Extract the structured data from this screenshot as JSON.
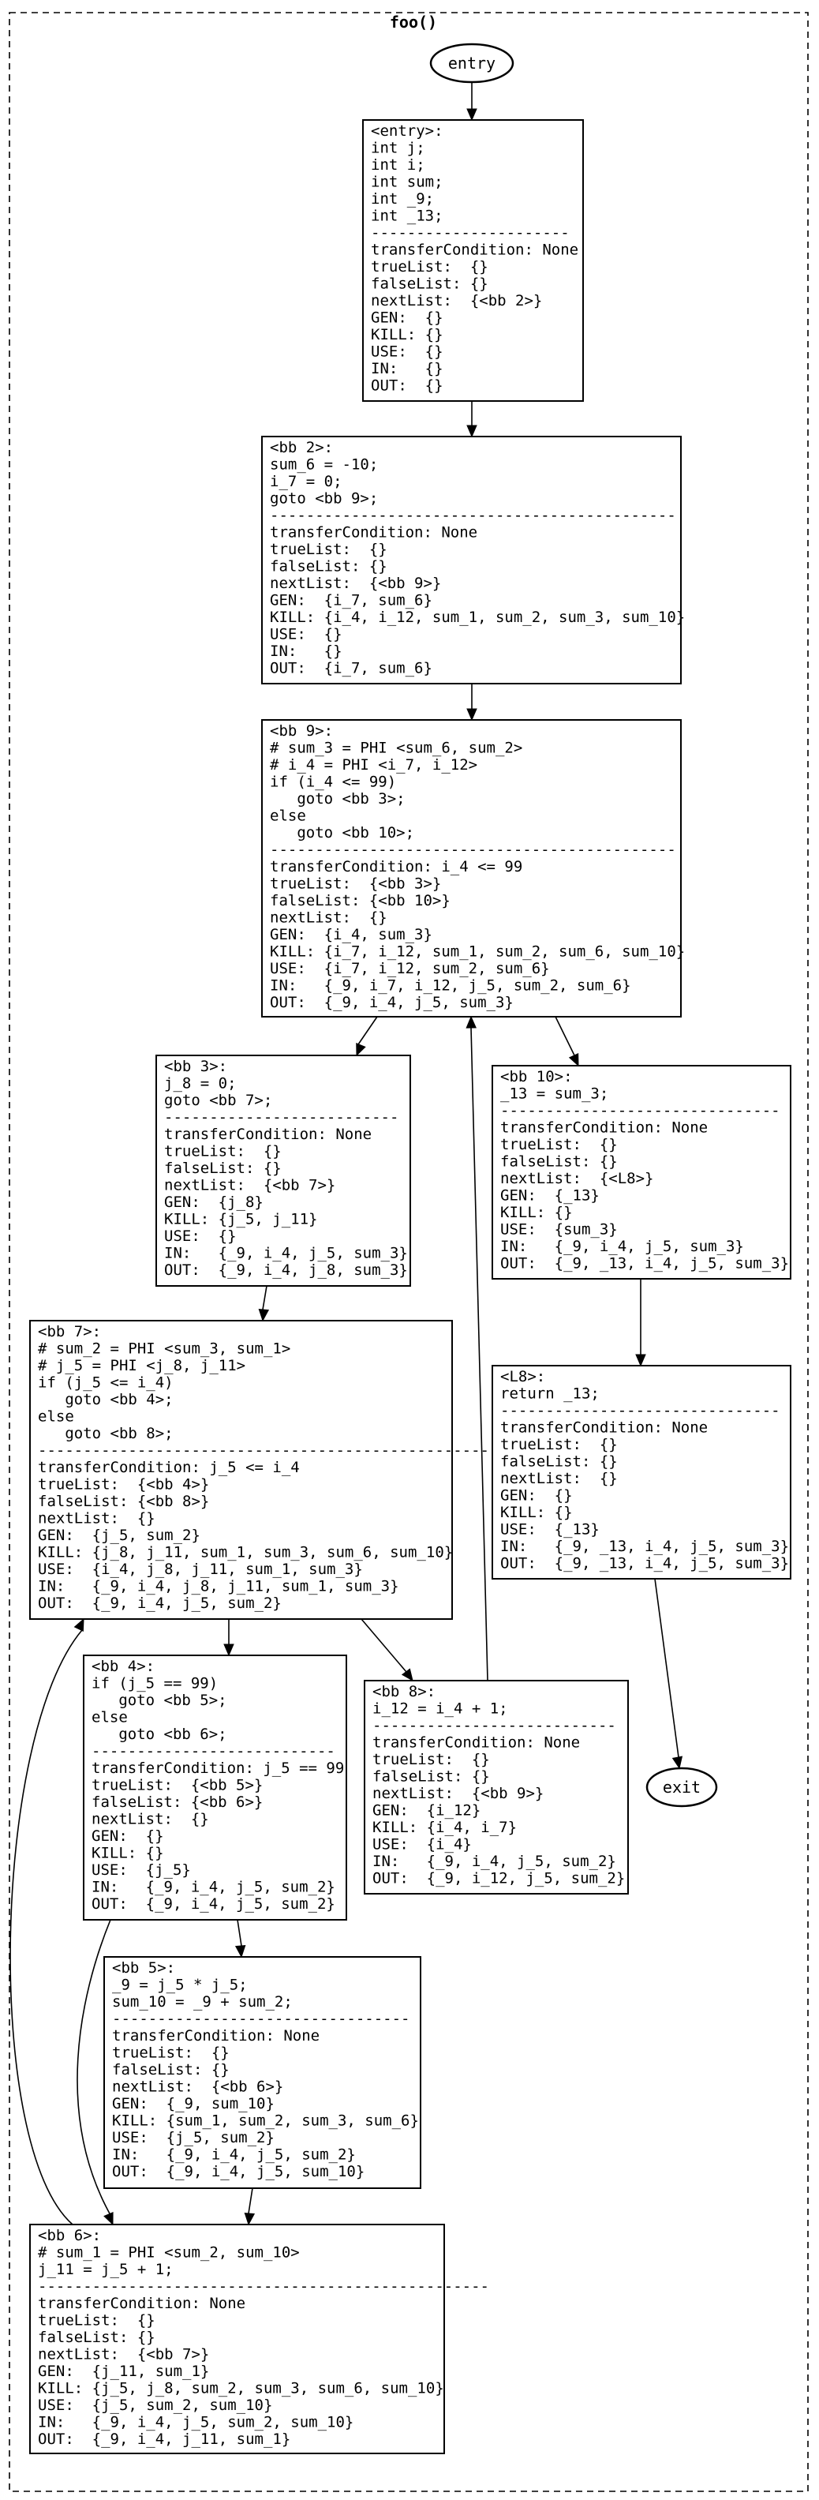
{
  "graph": {
    "title": "foo()"
  },
  "terminals": {
    "entry": "entry",
    "exit": "exit"
  },
  "blocks": {
    "entry": [
      "<entry>:",
      "int j;",
      "int i;",
      "int sum;",
      "int _9;",
      "int _13;",
      "----------------------",
      "transferCondition: None",
      "trueList:  {}",
      "falseList: {}",
      "nextList:  {<bb 2>}",
      "GEN:  {}",
      "KILL: {}",
      "USE:  {}",
      "IN:   {}",
      "OUT:  {}"
    ],
    "bb2": [
      "<bb 2>:",
      "sum_6 = -10;",
      "i_7 = 0;",
      "goto <bb 9>;",
      "---------------------------------------------",
      "transferCondition: None",
      "trueList:  {}",
      "falseList: {}",
      "nextList:  {<bb 9>}",
      "GEN:  {i_7, sum_6}",
      "KILL: {i_4, i_12, sum_1, sum_2, sum_3, sum_10}",
      "USE:  {}",
      "IN:   {}",
      "OUT:  {i_7, sum_6}"
    ],
    "bb9": [
      "<bb 9>:",
      "# sum_3 = PHI <sum_6, sum_2>",
      "# i_4 = PHI <i_7, i_12>",
      "if (i_4 <= 99)",
      "   goto <bb 3>;",
      "else",
      "   goto <bb 10>;",
      "---------------------------------------------",
      "transferCondition: i_4 <= 99",
      "trueList:  {<bb 3>}",
      "falseList: {<bb 10>}",
      "nextList:  {}",
      "GEN:  {i_4, sum_3}",
      "KILL: {i_7, i_12, sum_1, sum_2, sum_6, sum_10}",
      "USE:  {i_7, i_12, sum_2, sum_6}",
      "IN:   {_9, i_7, i_12, j_5, sum_2, sum_6}",
      "OUT:  {_9, i_4, j_5, sum_3}"
    ],
    "bb3": [
      "<bb 3>:",
      "j_8 = 0;",
      "goto <bb 7>;",
      "--------------------------",
      "transferCondition: None",
      "trueList:  {}",
      "falseList: {}",
      "nextList:  {<bb 7>}",
      "GEN:  {j_8}",
      "KILL: {j_5, j_11}",
      "USE:  {}",
      "IN:   {_9, i_4, j_5, sum_3}",
      "OUT:  {_9, i_4, j_8, sum_3}"
    ],
    "bb10": [
      "<bb 10>:",
      "_13 = sum_3;",
      "-------------------------------",
      "transferCondition: None",
      "trueList:  {}",
      "falseList: {}",
      "nextList:  {<L8>}",
      "GEN:  {_13}",
      "KILL: {}",
      "USE:  {sum_3}",
      "IN:   {_9, i_4, j_5, sum_3}",
      "OUT:  {_9, _13, i_4, j_5, sum_3}"
    ],
    "bb7": [
      "<bb 7>:",
      "# sum_2 = PHI <sum_3, sum_1>",
      "# j_5 = PHI <j_8, j_11>",
      "if (j_5 <= i_4)",
      "   goto <bb 4>;",
      "else",
      "   goto <bb 8>;",
      "--------------------------------------------------",
      "transferCondition: j_5 <= i_4",
      "trueList:  {<bb 4>}",
      "falseList: {<bb 8>}",
      "nextList:  {}",
      "GEN:  {j_5, sum_2}",
      "KILL: {j_8, j_11, sum_1, sum_3, sum_6, sum_10}",
      "USE:  {i_4, j_8, j_11, sum_1, sum_3}",
      "IN:   {_9, i_4, j_8, j_11, sum_1, sum_3}",
      "OUT:  {_9, i_4, j_5, sum_2}"
    ],
    "L8": [
      "<L8>:",
      "return _13;",
      "-------------------------------",
      "transferCondition: None",
      "trueList:  {}",
      "falseList: {}",
      "nextList:  {}",
      "GEN:  {}",
      "KILL: {}",
      "USE:  {_13}",
      "IN:   {_9, _13, i_4, j_5, sum_3}",
      "OUT:  {_9, _13, i_4, j_5, sum_3}"
    ],
    "bb4": [
      "<bb 4>:",
      "if (j_5 == 99)",
      "   goto <bb 5>;",
      "else",
      "   goto <bb 6>;",
      "---------------------------",
      "transferCondition: j_5 == 99",
      "trueList:  {<bb 5>}",
      "falseList: {<bb 6>}",
      "nextList:  {}",
      "GEN:  {}",
      "KILL: {}",
      "USE:  {j_5}",
      "IN:   {_9, i_4, j_5, sum_2}",
      "OUT:  {_9, i_4, j_5, sum_2}"
    ],
    "bb8": [
      "<bb 8>:",
      "i_12 = i_4 + 1;",
      "---------------------------",
      "transferCondition: None",
      "trueList:  {}",
      "falseList: {}",
      "nextList:  {<bb 9>}",
      "GEN:  {i_12}",
      "KILL: {i_4, i_7}",
      "USE:  {i_4}",
      "IN:   {_9, i_4, j_5, sum_2}",
      "OUT:  {_9, i_12, j_5, sum_2}"
    ],
    "bb5": [
      "<bb 5>:",
      "_9 = j_5 * j_5;",
      "sum_10 = _9 + sum_2;",
      "---------------------------------",
      "transferCondition: None",
      "trueList:  {}",
      "falseList: {}",
      "nextList:  {<bb 6>}",
      "GEN:  {_9, sum_10}",
      "KILL: {sum_1, sum_2, sum_3, sum_6}",
      "USE:  {j_5, sum_2}",
      "IN:   {_9, i_4, j_5, sum_2}",
      "OUT:  {_9, i_4, j_5, sum_10}"
    ],
    "bb6": [
      "<bb 6>:",
      "# sum_1 = PHI <sum_2, sum_10>",
      "j_11 = j_5 + 1;",
      "--------------------------------------------------",
      "transferCondition: None",
      "trueList:  {}",
      "falseList: {}",
      "nextList:  {<bb 7>}",
      "GEN:  {j_11, sum_1}",
      "KILL: {j_5, j_8, sum_2, sum_3, sum_6, sum_10}",
      "USE:  {j_5, sum_2, sum_10}",
      "IN:   {_9, i_4, j_5, sum_2, sum_10}",
      "OUT:  {_9, i_4, j_11, sum_1}"
    ]
  }
}
